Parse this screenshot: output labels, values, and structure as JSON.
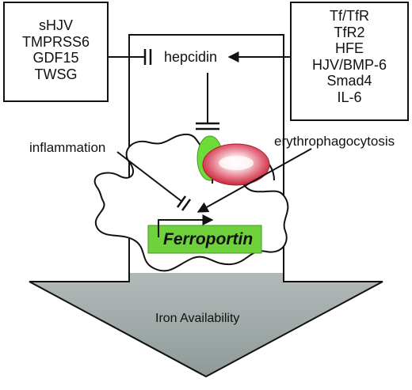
{
  "left_box": {
    "items": [
      "sHJV",
      "TMPRSS6",
      "GDF15",
      "TWSG"
    ]
  },
  "right_box": {
    "items": [
      "Tf/TfR",
      "TfR2",
      "HFE",
      "HJV/BMP-6",
      "Smad4",
      "IL-6"
    ]
  },
  "labels": {
    "hepcidin": "hepcidin",
    "inflammation": "inflammation",
    "erythrophagocytosis": "erythrophagocytosis",
    "ferroportin": "Ferroportin",
    "iron_availability": "Iron Availability"
  },
  "colors": {
    "ferroportin_fill": "#6fd23c",
    "ferroportin_border": "#3f9b1e",
    "oval_fill": "#6ddc39",
    "rbc_outer": "#c8283c",
    "rbc_inner": "#ffffff",
    "arrow_top": "#f4f4f4",
    "arrow_bottom": "#8f9a98",
    "line": "#111111"
  }
}
